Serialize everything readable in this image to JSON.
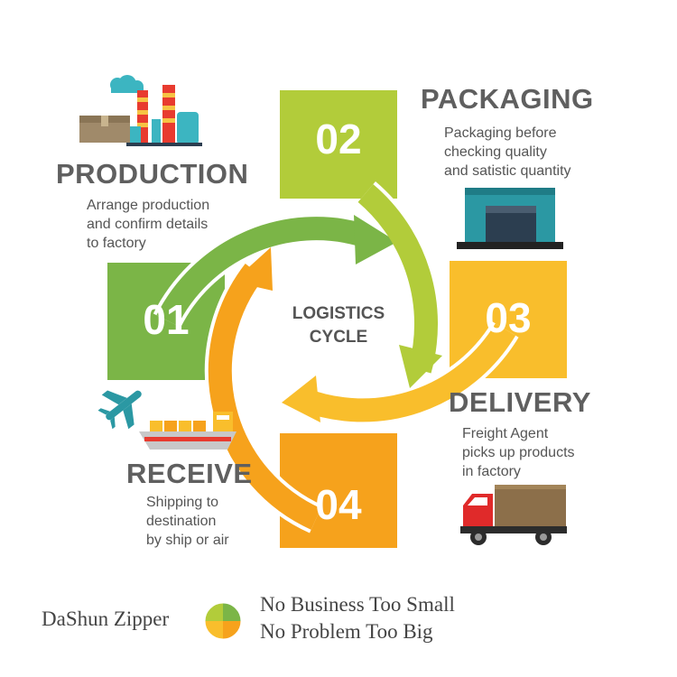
{
  "center": {
    "line1": "LOGISTICS",
    "line2": "CYCLE"
  },
  "steps": [
    {
      "number": "01",
      "title": "PRODUCTION",
      "desc": [
        "Arrange production",
        "and confirm details",
        "to factory"
      ],
      "color": "#7bb547"
    },
    {
      "number": "02",
      "title": "PACKAGING",
      "desc": [
        "Packaging before",
        "checking quality",
        "and satistic quantity"
      ],
      "color": "#b2cc3a"
    },
    {
      "number": "03",
      "title": "DELIVERY",
      "desc": [
        "Freight Agent",
        "picks up products",
        "in factory"
      ],
      "color": "#f9be2c"
    },
    {
      "number": "04",
      "title": "RECEIVE",
      "desc": [
        "Shipping to",
        "destination",
        "by ship or air"
      ],
      "color": "#f6a21c"
    }
  ],
  "footer": {
    "brand": "DaShun Zipper",
    "slogan1": "No Business Too Small",
    "slogan2": "No Problem Too Big"
  },
  "icons": [
    "factory-icon",
    "warehouse-icon",
    "truck-icon",
    "ship-icon",
    "airplane-icon",
    "logo-circle-icon"
  ]
}
